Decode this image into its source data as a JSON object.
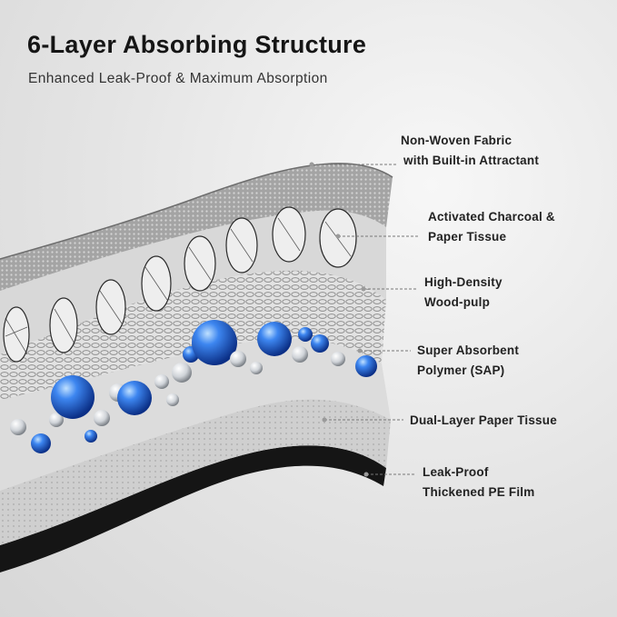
{
  "header": {
    "title": "6-Layer Absorbing Structure",
    "subtitle": "Enhanced Leak-Proof & Maximum Absorption"
  },
  "layers": [
    {
      "line1": "Non-Woven Fabric",
      "line2": "with Built-in Attractant"
    },
    {
      "line1": "Activated Charcoal &",
      "line2": "Paper Tissue"
    },
    {
      "line1": "High-Density",
      "line2": "Wood-pulp"
    },
    {
      "line1": "Super Absorbent",
      "line2": "Polymer (SAP)"
    },
    {
      "line1": "Dual-Layer Paper Tissue",
      "line2": ""
    },
    {
      "line1": "Leak-Proof",
      "line2": "Thickened PE Film"
    }
  ],
  "colors": {
    "sap_blue": "#1f5fd6",
    "film_black": "#161616",
    "fabric_grey": "#9a9a9a"
  }
}
